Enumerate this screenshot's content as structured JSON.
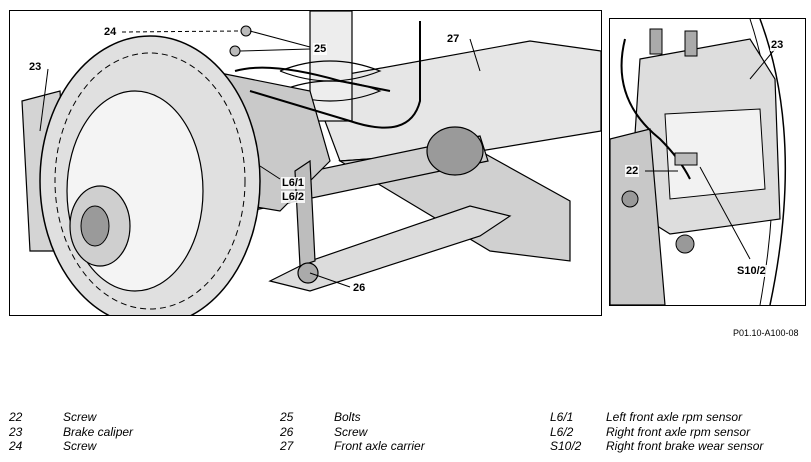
{
  "main_callouts": {
    "c24": "24",
    "c25": "25",
    "c23": "23",
    "c27": "27",
    "c_l61": "L6/1",
    "c_l62": "L6/2",
    "c26": "26"
  },
  "side_callouts": {
    "c23": "23",
    "c22": "22",
    "c_s102": "S10/2"
  },
  "figure_ref": "P01.10-A100-08",
  "legend": [
    [
      {
        "code": "22",
        "desc": "Screw"
      },
      {
        "code": "23",
        "desc": "Brake caliper"
      },
      {
        "code": "24",
        "desc": "Screw"
      }
    ],
    [
      {
        "code": "25",
        "desc": "Bolts"
      },
      {
        "code": "26",
        "desc": "Screw"
      },
      {
        "code": "27",
        "desc": "Front axle carrier"
      }
    ],
    [
      {
        "code": "L6/1",
        "desc": "Left front axle rpm sensor"
      },
      {
        "code": "L6/2",
        "desc": "Right front axle rpm sensor"
      },
      {
        "code": "S10/2",
        "desc": "Right front brake wear sensor"
      }
    ]
  ]
}
